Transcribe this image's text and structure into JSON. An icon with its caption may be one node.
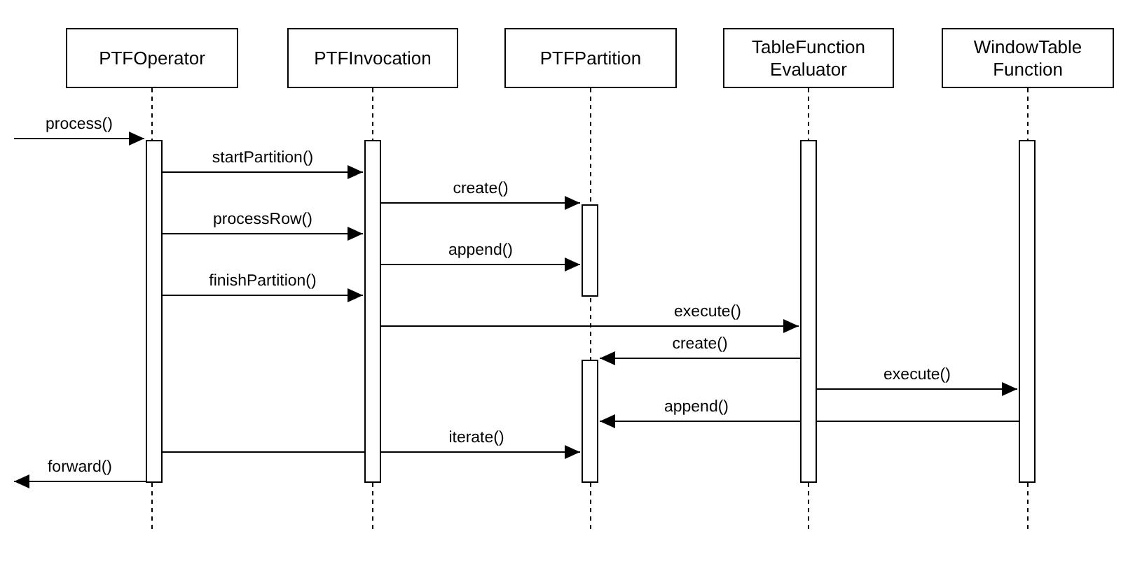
{
  "diagram": {
    "nodes": [
      {
        "text": [
          "PTFOperator"
        ]
      },
      {
        "text": [
          "PTFInvocation"
        ]
      },
      {
        "text": [
          "PTFPartition"
        ]
      },
      {
        "text": [
          "TableFunction Evaluator"
        ]
      },
      {
        "text": [
          "WindowTable Function"
        ]
      },
      {
        "text": [],
        "shape": "bar"
      },
      {
        "text": [],
        "shape": "bar"
      },
      {
        "text": [],
        "shape": "bar"
      },
      {
        "text": [],
        "shape": "bar"
      },
      {
        "text": [],
        "shape": "bar"
      },
      {
        "text": [],
        "shape": "bar"
      }
    ],
    "edges": [
      {
        "from": null,
        "to": 5,
        "arrow": "to",
        "label": "process()"
      },
      {
        "from": 5,
        "to": 6,
        "arrow": "to",
        "label": "startPartition()"
      },
      {
        "from": 6,
        "to": 7,
        "arrow": "to",
        "label": "create()"
      },
      {
        "from": 5,
        "to": 6,
        "arrow": "to",
        "label": "processRow()"
      },
      {
        "from": 6,
        "to": 7,
        "arrow": "to",
        "label": "append()"
      },
      {
        "from": 5,
        "to": 6,
        "arrow": "to",
        "label": "finishPartition()"
      },
      {
        "from": 6,
        "to": 9,
        "arrow": "to",
        "label": "execute()"
      },
      {
        "from": 9,
        "to": 8,
        "arrow": "to",
        "label": "create()"
      },
      {
        "from": 9,
        "to": 10,
        "arrow": "to",
        "label": "execute()"
      },
      {
        "from": 10,
        "to": 8,
        "arrow": "to",
        "label": "append()"
      },
      {
        "from": 5,
        "to": 8,
        "arrow": "to",
        "label": "iterate()"
      },
      {
        "from": 5,
        "to": null,
        "arrow": "to",
        "label": "forward()"
      }
    ]
  }
}
